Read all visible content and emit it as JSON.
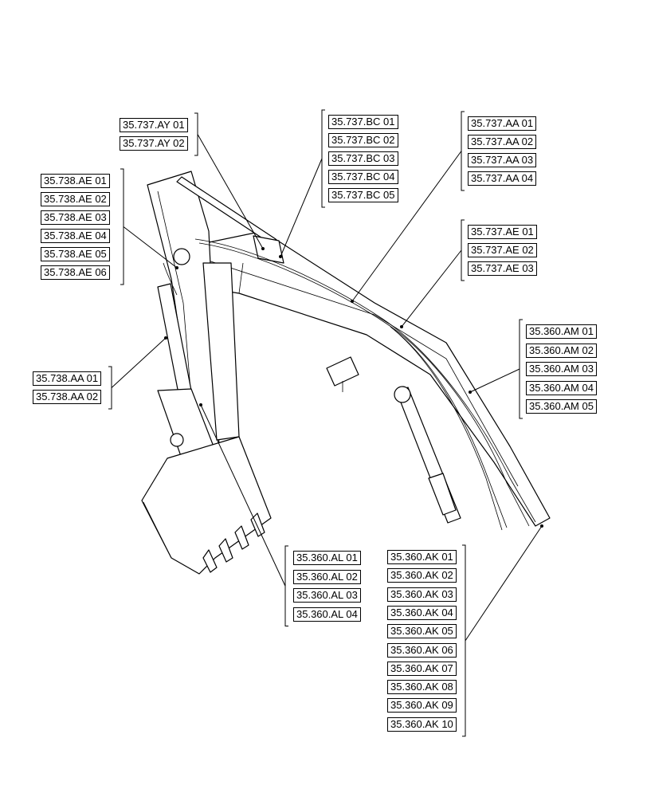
{
  "groups": {
    "g_ay": [
      "35.737.AY 01",
      "35.737.AY 02"
    ],
    "g_bc": [
      "35.737.BC 01",
      "35.737.BC 02",
      "35.737.BC 03",
      "35.737.BC 04",
      "35.737.BC 05"
    ],
    "g_aa737": [
      "35.737.AA 01",
      "35.737.AA 02",
      "35.737.AA 03",
      "35.737.AA 04"
    ],
    "g_ae738": [
      "35.738.AE 01",
      "35.738.AE 02",
      "35.738.AE 03",
      "35.738.AE 04",
      "35.738.AE 05",
      "35.738.AE 06"
    ],
    "g_ae737": [
      "35.737.AE 01",
      "35.737.AE 02",
      "35.737.AE 03"
    ],
    "g_am": [
      "35.360.AM 01",
      "35.360.AM 02",
      "35.360.AM 03",
      "35.360.AM 04",
      "35.360.AM 05"
    ],
    "g_aa738": [
      "35.738.AA 01",
      "35.738.AA 02"
    ],
    "g_al": [
      "35.360.AL 01",
      "35.360.AL 02",
      "35.360.AL 03",
      "35.360.AL 04"
    ],
    "g_ak": [
      "35.360.AK 01",
      "35.360.AK 02",
      "35.360.AK 03",
      "35.360.AK 04",
      "35.360.AK 05",
      "35.360.AK 06",
      "35.360.AK 07",
      "35.360.AK 08",
      "35.360.AK 09",
      "35.360.AK 10"
    ]
  }
}
